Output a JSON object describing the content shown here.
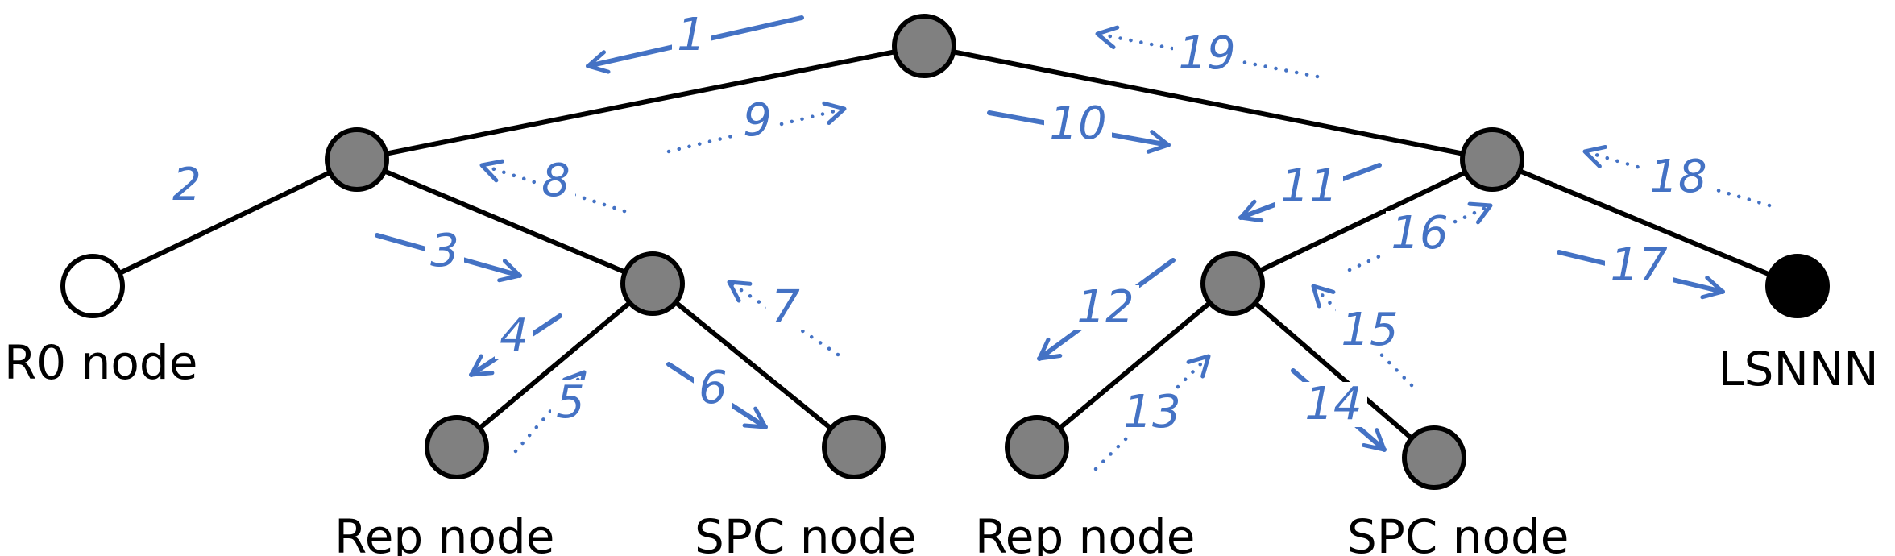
{
  "colors": {
    "edge": "#000000",
    "node_internal": "#808080",
    "node_root": "#ffffff",
    "node_lsnnn": "#000000",
    "arrow": "#4472c4"
  },
  "nodes": [
    {
      "id": "top",
      "kind": "internal",
      "label": ""
    },
    {
      "id": "left-hub",
      "kind": "internal",
      "label": ""
    },
    {
      "id": "right-hub",
      "kind": "internal",
      "label": ""
    },
    {
      "id": "r0",
      "kind": "root",
      "label": "R0 node"
    },
    {
      "id": "left-mid",
      "kind": "internal",
      "label": ""
    },
    {
      "id": "left-rep",
      "kind": "internal",
      "label": "Rep node"
    },
    {
      "id": "left-spc",
      "kind": "internal",
      "label": "SPC node"
    },
    {
      "id": "lsnnn",
      "kind": "lsnnn",
      "label": "LSNNN"
    },
    {
      "id": "right-mid",
      "kind": "internal",
      "label": ""
    },
    {
      "id": "right-rep",
      "kind": "internal",
      "label": "Rep node"
    },
    {
      "id": "right-spc",
      "kind": "internal",
      "label": "SPC node"
    }
  ],
  "edges": [
    {
      "from": "top",
      "to": "left-hub"
    },
    {
      "from": "top",
      "to": "right-hub"
    },
    {
      "from": "left-hub",
      "to": "r0"
    },
    {
      "from": "left-hub",
      "to": "left-mid"
    },
    {
      "from": "left-mid",
      "to": "left-rep"
    },
    {
      "from": "left-mid",
      "to": "left-spc"
    },
    {
      "from": "right-hub",
      "to": "right-mid"
    },
    {
      "from": "right-hub",
      "to": "lsnnn"
    },
    {
      "from": "right-mid",
      "to": "right-rep"
    },
    {
      "from": "right-mid",
      "to": "right-spc"
    }
  ],
  "steps": [
    {
      "label": "1",
      "style": "solid"
    },
    {
      "label": "2",
      "style": "none"
    },
    {
      "label": "3",
      "style": "solid"
    },
    {
      "label": "4",
      "style": "solid"
    },
    {
      "label": "5",
      "style": "dotted"
    },
    {
      "label": "6",
      "style": "solid"
    },
    {
      "label": "7",
      "style": "dotted"
    },
    {
      "label": "8",
      "style": "dotted"
    },
    {
      "label": "9",
      "style": "dotted"
    },
    {
      "label": "10",
      "style": "solid"
    },
    {
      "label": "11",
      "style": "solid"
    },
    {
      "label": "12",
      "style": "solid"
    },
    {
      "label": "13",
      "style": "dotted"
    },
    {
      "label": "14",
      "style": "solid"
    },
    {
      "label": "15",
      "style": "dotted"
    },
    {
      "label": "16",
      "style": "dotted"
    },
    {
      "label": "17",
      "style": "solid"
    },
    {
      "label": "18",
      "style": "dotted"
    },
    {
      "label": "19",
      "style": "dotted"
    }
  ]
}
